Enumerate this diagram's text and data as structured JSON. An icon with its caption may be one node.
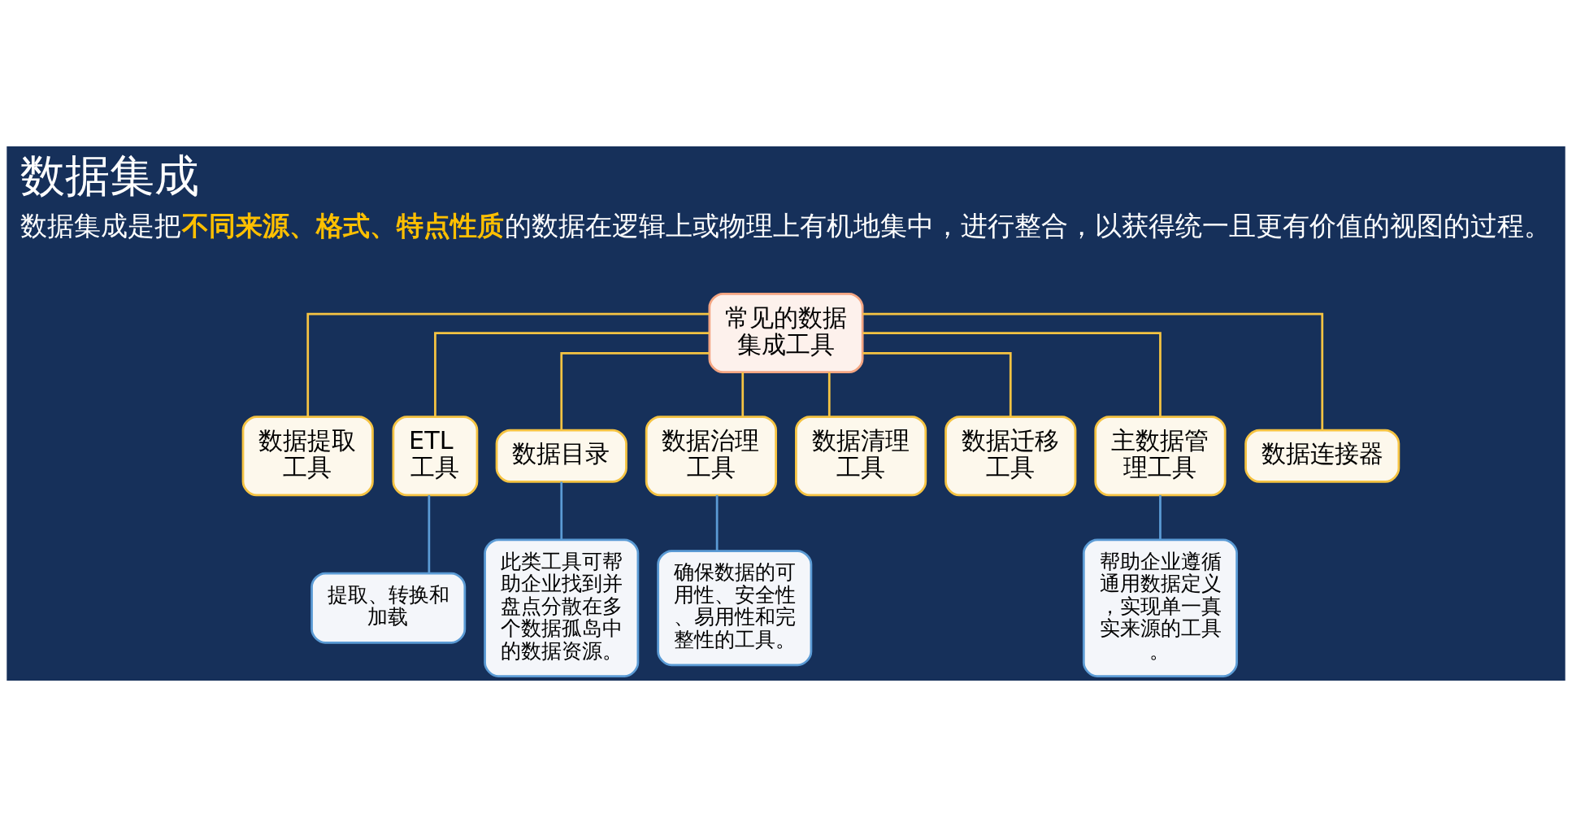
{
  "diagram": {
    "title": "数据集成",
    "nodes": [
      {
        "text": [
          "常见的数据集成工具"
        ]
      },
      {
        "text": [
          "数据提取工具"
        ]
      },
      {
        "text": [
          "ETL 工具"
        ]
      },
      {
        "text": [
          "数据目录"
        ]
      },
      {
        "text": [
          "数据治理工具"
        ]
      },
      {
        "text": [
          "数据清理工具"
        ]
      },
      {
        "text": [
          "数据迁移工具"
        ]
      },
      {
        "text": [
          "主数据管理工具"
        ]
      },
      {
        "text": [
          "数据连接器"
        ]
      },
      {
        "text": [
          "提取、转换和加载"
        ]
      },
      {
        "text": [
          "此类工具可帮助企业找到并盘点分散在多个数据孤岛中的数据资源。"
        ]
      },
      {
        "text": [
          "确保数据的可用性、安全性、易用性和完整性的工具。"
        ]
      },
      {
        "text": [
          "帮助企业遵循通用数据定义，实现单一真实来源的工具。"
        ]
      }
    ],
    "edges": [
      {
        "from": 0,
        "to": 1,
        "arrow": "none"
      },
      {
        "from": 0,
        "to": 2,
        "arrow": "none"
      },
      {
        "from": 0,
        "to": 3,
        "arrow": "none"
      },
      {
        "from": 0,
        "to": 4,
        "arrow": "none"
      },
      {
        "from": 0,
        "to": 5,
        "arrow": "none"
      },
      {
        "from": 0,
        "to": 6,
        "arrow": "none"
      },
      {
        "from": 0,
        "to": 7,
        "arrow": "none"
      },
      {
        "from": 0,
        "to": 8,
        "arrow": "none"
      },
      {
        "from": 2,
        "to": 9,
        "arrow": "none",
        "color": "#5b9bd5"
      },
      {
        "from": 3,
        "to": 10,
        "arrow": "none",
        "color": "#5b9bd5"
      },
      {
        "from": 4,
        "to": 11,
        "arrow": "none",
        "color": "#5b9bd5"
      },
      {
        "from": 7,
        "to": 12,
        "arrow": "none",
        "color": "#5b9bd5"
      }
    ],
    "labels": [
      "数据集成是把**不同来源、格式、特点性质**的数据在逻辑上或物理上有机地集中，进行整合，以获得统一且更有价值的视图的过程。"
    ]
  }
}
